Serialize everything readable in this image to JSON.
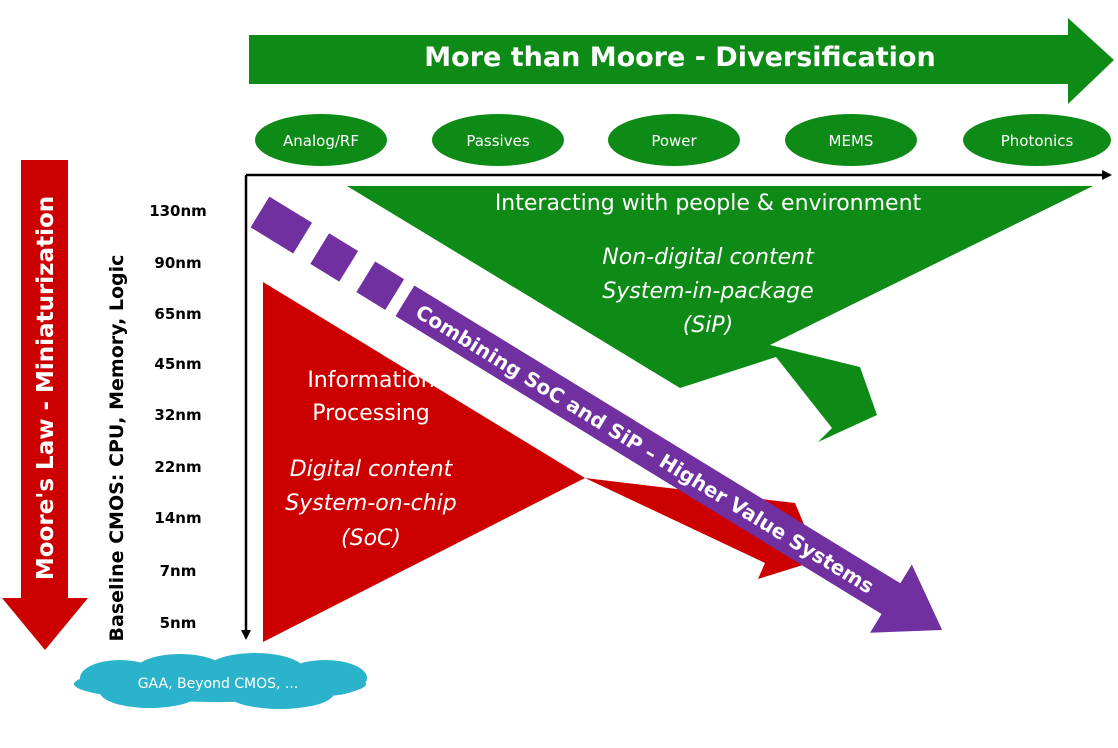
{
  "top_arrow": {
    "label": "More than Moore - Diversification",
    "color": "#0e8a16"
  },
  "categories": [
    "Analog/RF",
    "Passives",
    "Power",
    "MEMS",
    "Photonics"
  ],
  "side_arrow": {
    "label": "Moore's Law - Miniaturization",
    "color": "#cc0000"
  },
  "axis_title": "Baseline CMOS: CPU, Memory, Logic",
  "nodes": [
    "130nm",
    "90nm",
    "65nm",
    "45nm",
    "32nm",
    "22nm",
    "14nm",
    "7nm",
    "5nm"
  ],
  "green_region": {
    "title": "Interacting with people & environment",
    "lines": [
      "Non-digital content",
      "System-in-package",
      "(SiP)"
    ],
    "color": "#0e8a16"
  },
  "red_region": {
    "title_lines": [
      "Information",
      "Processing"
    ],
    "lines": [
      "Digital content",
      "System-on-chip",
      "(SoC)"
    ],
    "color": "#cc0000"
  },
  "purple_arrow": {
    "label": "Combining SoC and SiP – Higher Value Systems",
    "color": "#7030a0"
  },
  "cloud": {
    "label": "GAA, Beyond CMOS, ...",
    "color": "#2bb3cc"
  }
}
